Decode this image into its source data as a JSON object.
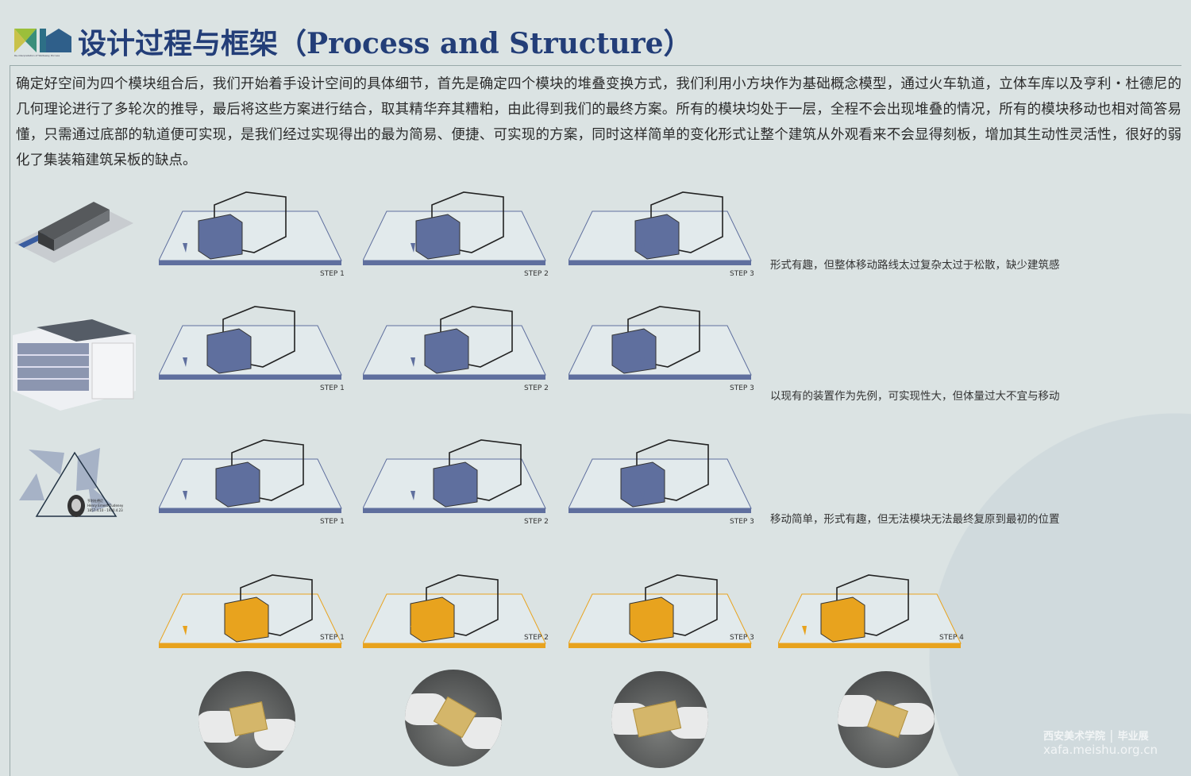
{
  "header": {
    "title": "设计过程与框架（Process and Structure）",
    "logo_text": "Re-interpretation of Waiteway Porcess"
  },
  "intro": "确定好空间为四个模块组合后，我们开始着手设计空间的具体细节，首先是确定四个模块的堆叠变换方式，我们利用小方块作为基础概念模型，通过火车轨道，立体车库以及亨利・杜德尼的几何理论进行了多轮次的推导，最后将这些方案进行结合，取其精华弃其糟粕，由此得到我们的最终方案。所有的模块均处于一层，全程不会出现堆叠的情况，所有的模块移动也相对简答易懂，只需通过底部的轨道便可实现，是我们经过实现得出的最为简易、便捷、可实现的方案，同时这样简单的变化形式让整个建筑从外观看来不会显得刻板，增加其生动性灵活性，很好的弱化了集装箱建筑呆板的缺点。",
  "rows": [
    {
      "ref": "train",
      "steps": [
        "STEP 1",
        "STEP 2",
        "STEP 3"
      ],
      "caption": "形式有趣，但整体移动路线太过复杂太过于松散，缺少建筑感",
      "color": "#5f6f9e"
    },
    {
      "ref": "garage",
      "steps": [
        "STEP 1",
        "STEP 2",
        "STEP 3"
      ],
      "caption": "以现有的装置作为先例，可实现性大，但体量过大不宜与移动",
      "color": "#5f6f9e"
    },
    {
      "ref": "dudeney",
      "steps": [
        "STEP 1",
        "STEP 2",
        "STEP 3"
      ],
      "caption": "移动简单，形式有趣，但无法模块无法最终复原到最初的位置",
      "color": "#5f6f9e"
    },
    {
      "ref": "final",
      "steps": [
        "STEP 1",
        "STEP 2",
        "STEP 3",
        "STEP 4"
      ],
      "caption": "",
      "color": "#e8a31e"
    }
  ],
  "dudeney": {
    "name_cn": "亨利杜德尼",
    "name": "Henry Ernest Dudeney",
    "dates": "1857.4.10 - 1930.4.23"
  },
  "watermark": {
    "school": "西安美术学院",
    "event": "毕业展",
    "url": "xafa.meishu.org.cn"
  }
}
